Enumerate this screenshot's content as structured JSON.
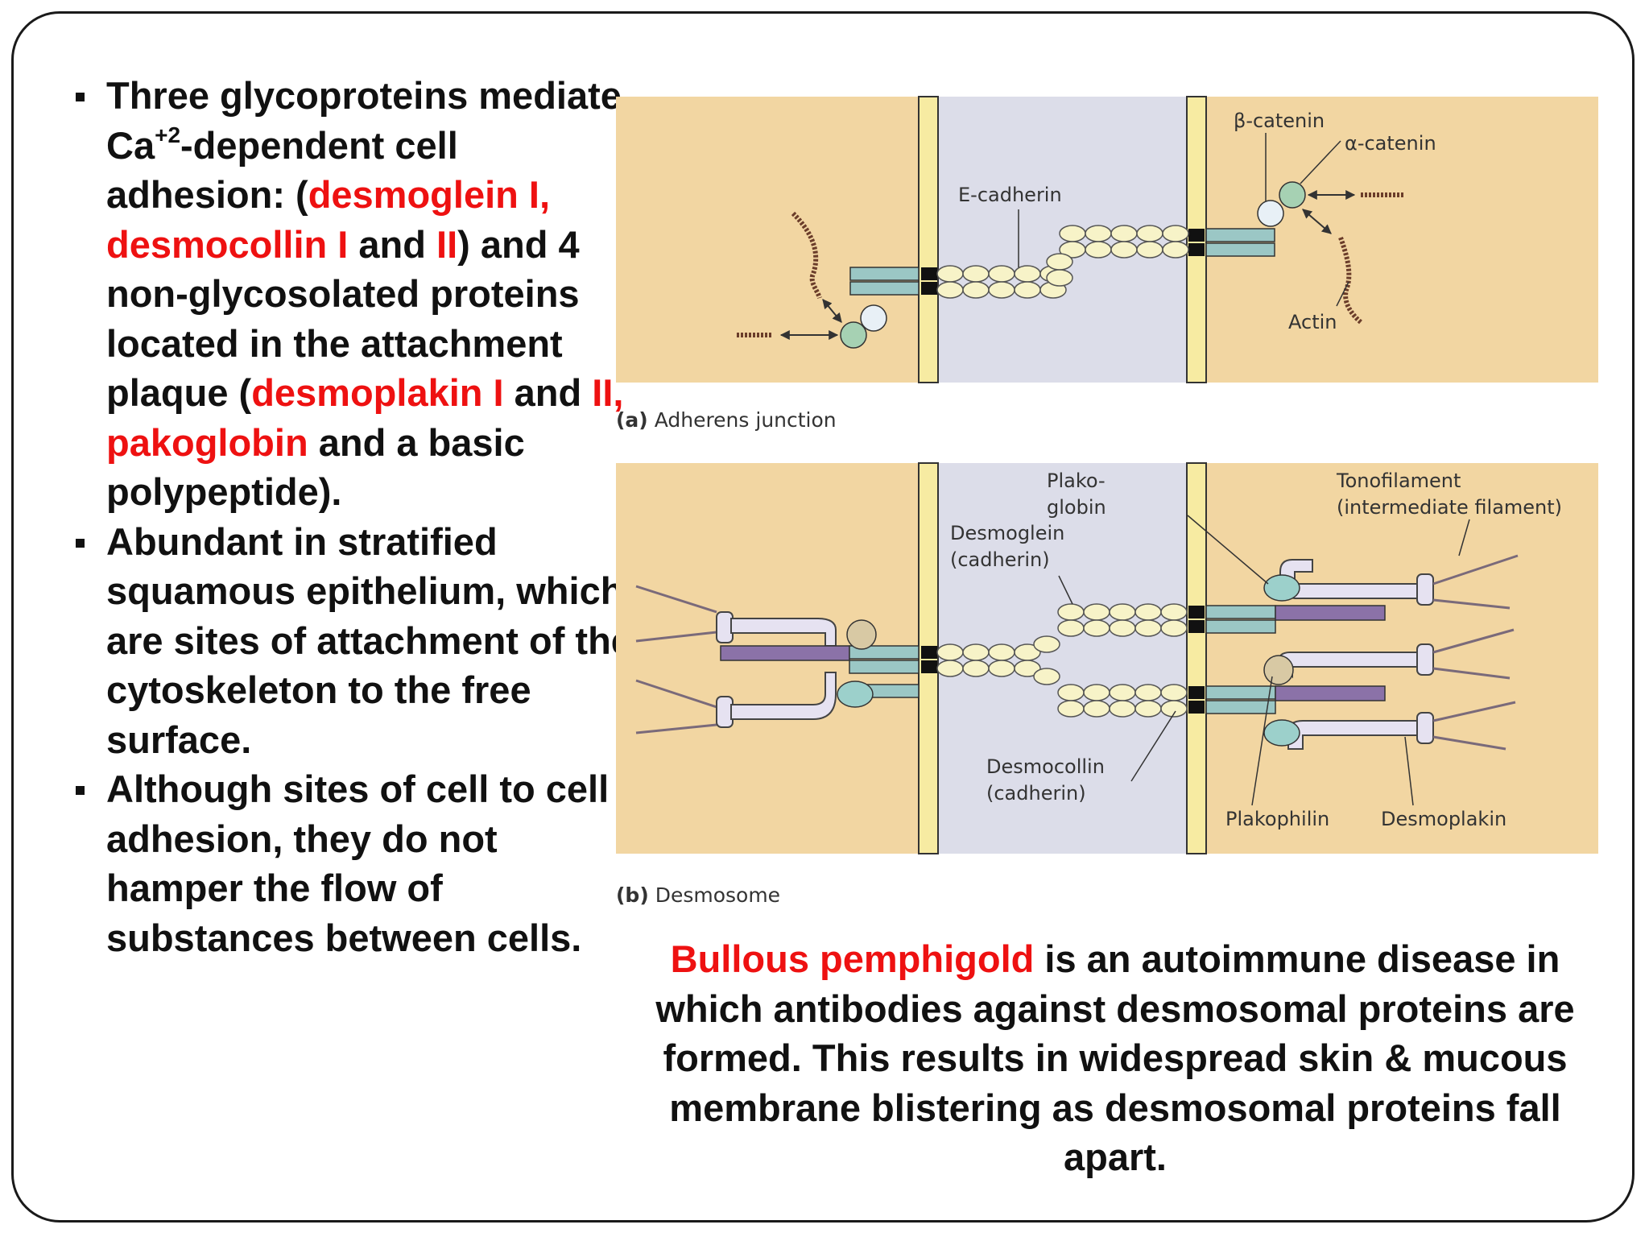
{
  "bullets": [
    {
      "segments": [
        {
          "text": "Three glycoproteins mediate Ca",
          "red": false
        },
        {
          "text": "+2",
          "red": false,
          "sup": true
        },
        {
          "text": "-dependent cell adhesion: (",
          "red": false
        },
        {
          "text": "desmoglein I, desmocollin I",
          "red": true
        },
        {
          "text": " and ",
          "red": false
        },
        {
          "text": "II",
          "red": true
        },
        {
          "text": ") and 4 non-glycosolated proteins located in the attachment plaque (",
          "red": false
        },
        {
          "text": "desmoplakin I",
          "red": true
        },
        {
          "text": " and ",
          "red": false
        },
        {
          "text": "II, pakoglobin",
          "red": true
        },
        {
          "text": " and a basic polypeptide).",
          "red": false
        }
      ]
    },
    {
      "segments": [
        {
          "text": "Abundant in stratified squamous epithelium, which are sites of attachment of the cytoskeleton to the free surface.",
          "red": false
        }
      ]
    },
    {
      "segments": [
        {
          "text": "Although sites of cell to cell adhesion, they do not hamper the flow of substances between cells.",
          "red": false
        }
      ]
    }
  ],
  "figure": {
    "panel_a": {
      "caption_letter": "(a)",
      "caption_text": "Adherens junction",
      "labels": {
        "e_cadherin": "E-cadherin",
        "beta_catenin": "β-catenin",
        "alpha_catenin": "α-catenin",
        "actin": "Actin"
      }
    },
    "panel_b": {
      "caption_letter": "(b)",
      "caption_text": "Desmosome",
      "labels": {
        "plakoglobin_1": "Plako-",
        "plakoglobin_2": "globin",
        "tonofilament_1": "Tonofilament",
        "tonofilament_2": "(intermediate filament)",
        "desmoglein_1": "Desmoglein",
        "desmoglein_2": "(cadherin)",
        "desmocollin_1": "Desmocollin",
        "desmocollin_2": "(cadherin)",
        "plakophilin": "Plakophilin",
        "desmoplakin": "Desmoplakin"
      }
    },
    "colors": {
      "cytoplasm": "#f2d6a2",
      "intercellular_space": "#dcdde9",
      "membrane": "#f7eba2",
      "cadherin_oval": "#f7f3c8",
      "plaque_bar": "#9bc7c5",
      "desmoplakin_bar": "#8b72a8",
      "catenin_green": "#a6d1b3",
      "catenin_white": "#e8f0f6",
      "plakoglobin_ellipse": "#9cd0cb",
      "plakophilin_ball": "#d8c9a4",
      "desmoplakin_rod": "#e6e2f1"
    }
  },
  "caption": {
    "highlight": "Bullous pemphigold",
    "text": " is an autoimmune disease in which antibodies against desmosomal proteins are formed. This results in widespread skin & mucous membrane blistering as desmosomal proteins fall apart."
  }
}
